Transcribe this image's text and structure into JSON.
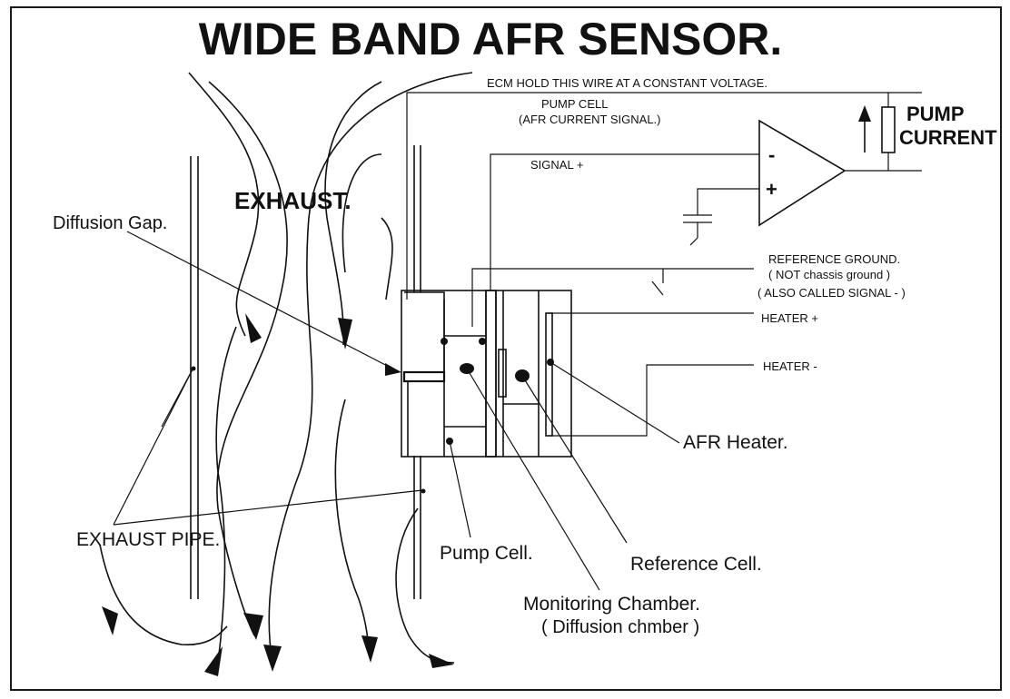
{
  "title": "WIDE BAND AFR SENSOR.",
  "labels": {
    "ecm_note": "ECM HOLD THIS WIRE AT A CONSTANT VOLTAGE.",
    "pump_cell_signal_line1": "PUMP CELL",
    "pump_cell_signal_line2": "(AFR CURRENT SIGNAL.)",
    "signal_plus": "SIGNAL +",
    "pump_current_line1": "PUMP",
    "pump_current_line2": "CURRENT",
    "reference_ground_line1": "REFERENCE GROUND.",
    "reference_ground_line2": "( NOT chassis ground )",
    "reference_ground_line3": "( ALSO CALLED SIGNAL - )",
    "heater_plus": "HEATER +",
    "heater_minus": "HEATER -",
    "exhaust": "EXHAUST.",
    "diffusion_gap": "Diffusion Gap.",
    "exhaust_pipe": "EXHAUST PIPE.",
    "afr_heater": "AFR Heater.",
    "pump_cell": "Pump Cell.",
    "reference_cell": "Reference Cell.",
    "monitoring_chamber_line1": "Monitoring Chamber.",
    "monitoring_chamber_line2": "( Diffusion chmber )",
    "opamp_minus": "-",
    "opamp_plus": "+"
  }
}
